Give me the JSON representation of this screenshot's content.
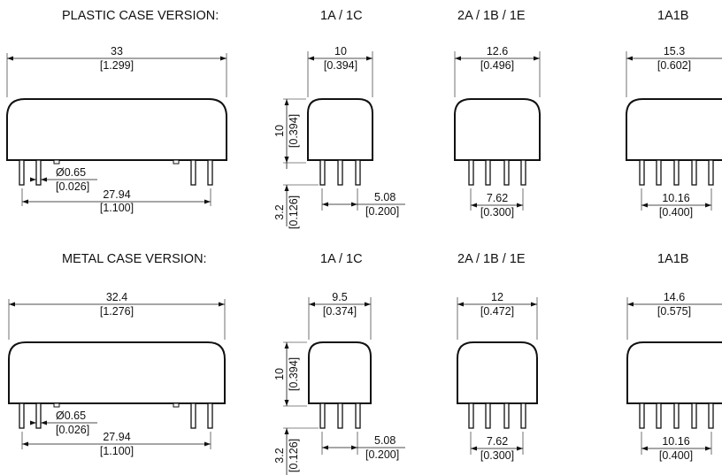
{
  "headers": {
    "plastic": "PLASTIC CASE VERSION:",
    "plastic_1a1c": "1A / 1C",
    "plastic_2a1b1e": "2A / 1B / 1E",
    "plastic_1a1b": "1A1B",
    "metal": "METAL CASE VERSION:",
    "metal_1a1c": "1A / 1C",
    "metal_2a1b1e": "2A / 1B / 1E",
    "metal_1a1b": "1A1B"
  },
  "plastic": {
    "length": "33",
    "length_in": "[1.299]",
    "pin_dia": "Ø0.65",
    "pin_dia_in": "[0.026]",
    "pitch": "27.94",
    "pitch_in": "[1.100]",
    "w_1a1c": "10",
    "w_1a1c_in": "[0.394]",
    "h_1a1c": "10",
    "h_1a1c_in": "[0.394]",
    "pin_len": "3.2",
    "pin_len_in": "[0.126]",
    "pin_sp_1a1c": "5.08",
    "pin_sp_1a1c_in": "[0.200]",
    "w_2a": "12.6",
    "w_2a_in": "[0.496]",
    "pin_sp_2a": "7.62",
    "pin_sp_2a_in": "[0.300]",
    "w_1a1b": "15.3",
    "w_1a1b_in": "[0.602]",
    "pin_sp_1a1b": "10.16",
    "pin_sp_1a1b_in": "[0.400]"
  },
  "metal": {
    "length": "32.4",
    "length_in": "[1.276]",
    "pin_dia": "Ø0.65",
    "pin_dia_in": "[0.026]",
    "pitch": "27.94",
    "pitch_in": "[1.100]",
    "w_1a1c": "9.5",
    "w_1a1c_in": "[0.374]",
    "h_1a1c": "10",
    "h_1a1c_in": "[0.394]",
    "pin_len": "3.2",
    "pin_len_in": "[0.126]",
    "pin_sp_1a1c": "5.08",
    "pin_sp_1a1c_in": "[0.200]",
    "w_2a": "12",
    "w_2a_in": "[0.472]",
    "pin_sp_2a": "7.62",
    "pin_sp_2a_in": "[0.300]",
    "w_1a1b": "14.6",
    "w_1a1b_in": "[0.575]",
    "pin_sp_1a1b": "10.16",
    "pin_sp_1a1b_in": "[0.400]"
  }
}
